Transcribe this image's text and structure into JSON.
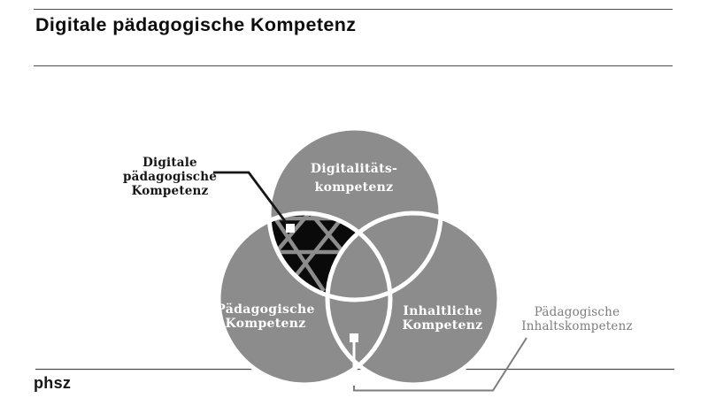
{
  "slide": {
    "title": "Digitale pädagogische Kompetenz",
    "logo": "phsz"
  },
  "venn": {
    "circle_labels": [
      [
        "Digitalitäts-",
        "kompetenz"
      ],
      [
        "Pädagogische",
        "Kompetenz"
      ],
      [
        "Inhaltliche",
        "Kompetenz"
      ]
    ],
    "annotations": {
      "digitale_paedagogische": [
        "Digitale",
        "pädagogische",
        "Kompetenz"
      ],
      "paedagogische_inhalts": [
        "Pädagogische",
        "Inhaltskompetenz"
      ]
    }
  },
  "colors": {
    "circle_fill": "#8c8c8c",
    "circle_outline": "#ffffff",
    "highlight_fill": "#0a0a0a",
    "pattern_stroke": "#8c8c8c",
    "leader_black": "#161616",
    "leader_gray": "#7d7d7d",
    "annotation_text_gray": "#7d7d7d",
    "rule_color": "#4d4d4d",
    "marker_fill": "#ffffff"
  }
}
